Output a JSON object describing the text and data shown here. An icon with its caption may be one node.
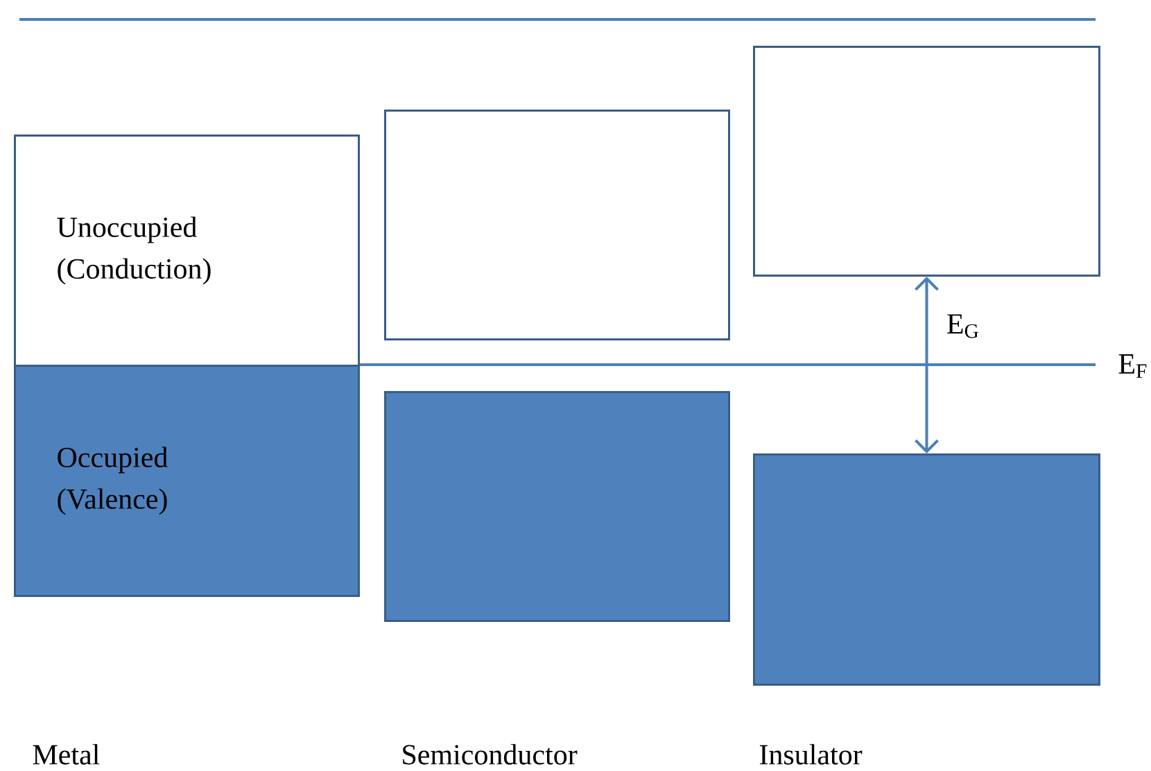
{
  "diagram": {
    "nodes": [
      {
        "text": [
          "Unoccupied (Conduction)"
        ]
      },
      {
        "text": [
          "Occupied (Valence)"
        ]
      },
      {
        "text": [],
        "shape": "box"
      },
      {
        "text": [],
        "shape": "box"
      },
      {
        "text": [],
        "shape": "box"
      },
      {
        "text": [],
        "shape": "box"
      }
    ],
    "edges": [
      {
        "from": 4,
        "to": 5,
        "arrow": "both",
        "label": "E$_{G}$"
      }
    ],
    "labels": [
      "E$_{F}$",
      "Metal",
      "Semiconductor",
      "Insulator"
    ]
  }
}
